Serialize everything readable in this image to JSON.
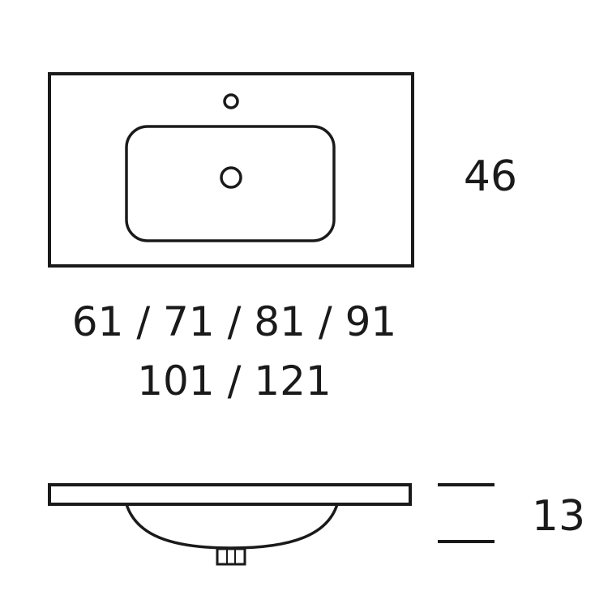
{
  "top_view": {
    "depth": "46",
    "width_line_1": "61 / 71 / 81 / 91",
    "width_line_2": "101 / 121"
  },
  "side_view": {
    "height": "13"
  },
  "colors": {
    "line": "#1a1a1a",
    "background": "#ffffff"
  }
}
